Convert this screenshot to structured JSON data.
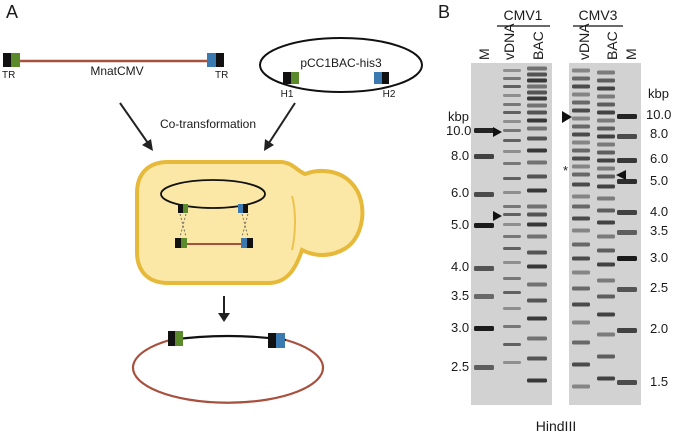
{
  "panel_a": {
    "label": "A",
    "mnatcmv": {
      "name": "MnatCMV",
      "tr_left": "TR",
      "tr_right": "TR"
    },
    "plasmid": {
      "name": "pCC1BAC-his3",
      "h1": "H1",
      "h2": "H2"
    },
    "cotransformation": "Co-transformation",
    "colors": {
      "brown": "#a8503e",
      "green": "#5a8a2a",
      "blue": "#3a7ab0",
      "black": "#111111",
      "yeast_fill": "#fbe8a6",
      "yeast_stroke": "#e7b93a"
    }
  },
  "panel_b": {
    "label": "B",
    "groups": [
      "CMV1",
      "CMV3"
    ],
    "gel1_lanes": [
      "M",
      "vDNA",
      "BAC"
    ],
    "gel2_lanes": [
      "vDNA",
      "BAC",
      "M"
    ],
    "kbp_left": [
      "kbp",
      "10.0",
      "8.0",
      "6.0",
      "5.0",
      "4.0",
      "3.5",
      "3.0",
      "2.5"
    ],
    "kbp_right": [
      "kbp",
      "10.0",
      "8.0",
      "6.0",
      "5.0",
      "4.0",
      "3.5",
      "3.0",
      "2.5",
      "2.0",
      "1.5"
    ],
    "asterisk": "*",
    "enzyme": "HindIII"
  }
}
